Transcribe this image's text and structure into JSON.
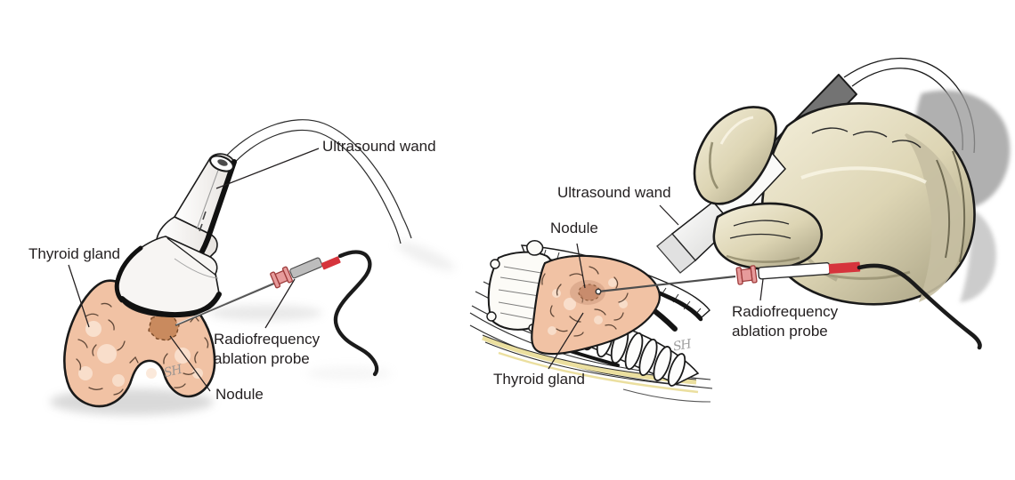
{
  "colors": {
    "thyroid": "#f1c2a4",
    "thyroid_light": "#fae3d2",
    "nodule": "#c98a5e",
    "probe_red": "#d6343c",
    "connector_pink": "#e79b9b",
    "cable": "#1b1b1b",
    "glove": "#e9e2c6",
    "glove_shadow": "#857e60",
    "wand_dark": "#737373",
    "nerve_yellow": "#ebdf9f",
    "outline": "#1a1a1a",
    "text": "#231f20"
  },
  "illustration": {
    "left_panel": {
      "labels": {
        "ultrasound_wand": "Ultrasound wand",
        "thyroid_gland": "Thyroid gland",
        "rf_probe": "Radiofrequency ablation probe",
        "nodule": "Nodule"
      },
      "signature": "SH"
    },
    "right_panel": {
      "labels": {
        "ultrasound_wand": "Ultrasound wand",
        "nodule": "Nodule",
        "rf_probe": "Radiofrequency ablation probe",
        "thyroid_gland": "Thyroid gland"
      },
      "signature": "SH"
    }
  }
}
